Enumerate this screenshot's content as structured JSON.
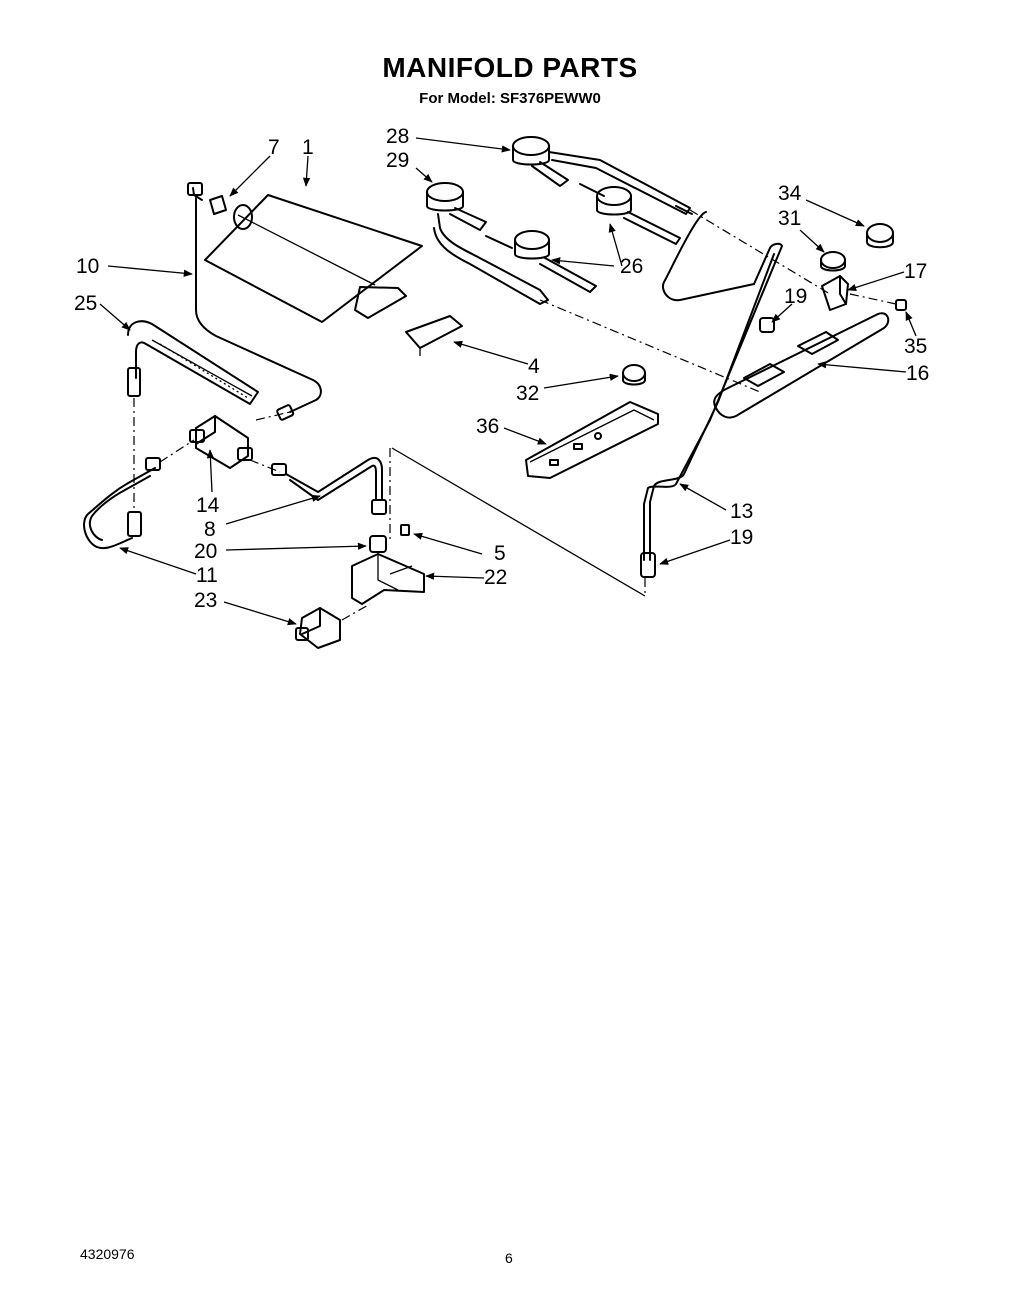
{
  "header": {
    "title": "MANIFOLD PARTS",
    "subtitle": "For Model: SF376PEWW0"
  },
  "footer": {
    "doc_number": "4320976",
    "page_number": "6"
  },
  "callouts": [
    "7",
    "1",
    "10",
    "25",
    "14",
    "8",
    "20",
    "11",
    "23",
    "5",
    "22",
    "28",
    "29",
    "26",
    "4",
    "32",
    "36",
    "34",
    "31",
    "17",
    "19",
    "35",
    "16",
    "13",
    "19"
  ]
}
